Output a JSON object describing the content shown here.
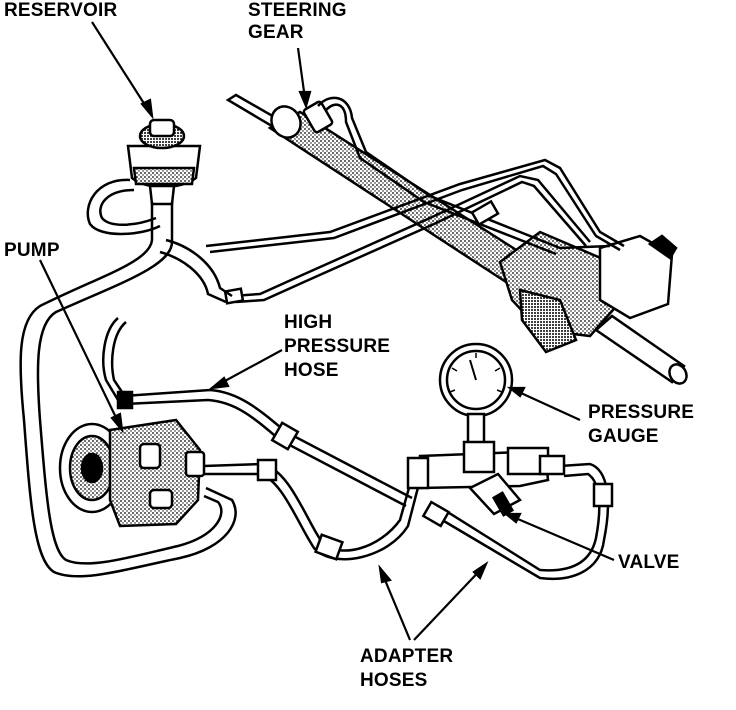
{
  "labels": {
    "reservoir": "RESERVOIR",
    "steering_gear_line1": "STEERING",
    "steering_gear_line2": "GEAR",
    "pump": "PUMP",
    "high_pressure_hose_line1": "HIGH",
    "high_pressure_hose_line2": "PRESSURE",
    "high_pressure_hose_line3": "HOSE",
    "pressure_gauge_line1": "PRESSURE",
    "pressure_gauge_line2": "GAUGE",
    "valve": "VALVE",
    "adapter_hoses_line1": "ADAPTER",
    "adapter_hoses_line2": "HOSES"
  },
  "colors": {
    "ink": "#000000",
    "paper": "#ffffff",
    "shade": "#555555"
  }
}
